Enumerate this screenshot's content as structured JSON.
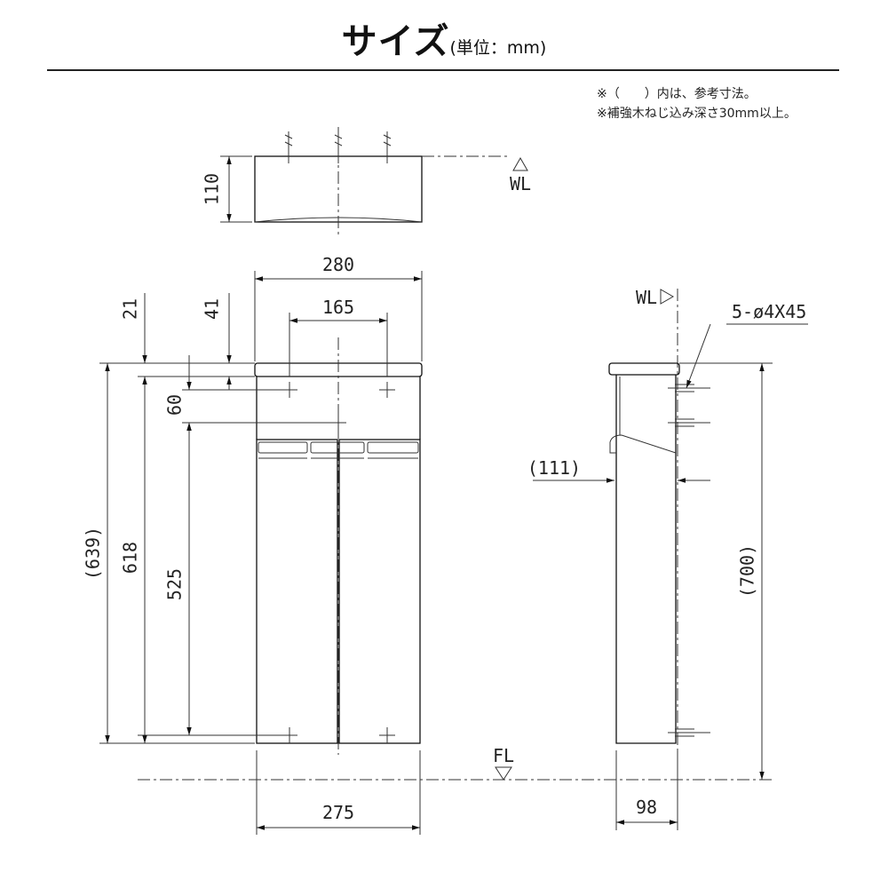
{
  "title": {
    "main": "サイズ",
    "unit": "(単位：mm)"
  },
  "notes": [
    "※（　　）内は、参考寸法。",
    "※補強木ねじ込み深さ30mm以上。"
  ],
  "labels": {
    "wl_top": "WL",
    "wl_side": "WL",
    "fl": "FL",
    "screws": "5-ø4X45"
  },
  "dims": {
    "d110": "110",
    "d280": "280",
    "d165": "165",
    "d21": "21",
    "d41": "41",
    "d60": "60",
    "d639": "(639)",
    "d618": "618",
    "d525": "525",
    "d275": "275",
    "d111": "(111)",
    "d700": "(700)",
    "d98": "98"
  }
}
